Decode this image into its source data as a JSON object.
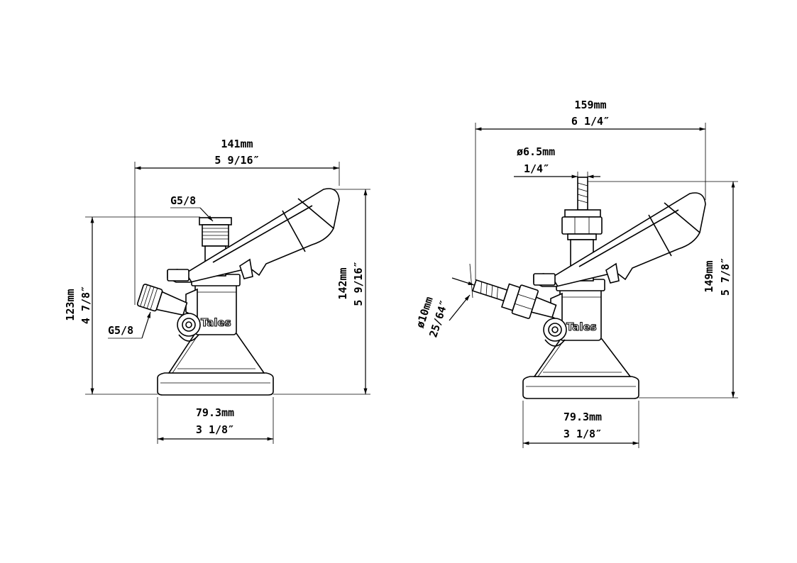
{
  "left_view": {
    "width_mm": "141mm",
    "width_in": "5 9/16″",
    "thread_top": "G5/8",
    "thread_side": "G5/8",
    "height_left_mm": "123mm",
    "height_left_in": "4 7/8″",
    "height_right_mm": "142mm",
    "height_right_in": "5 9/16″",
    "base_mm": "79.3mm",
    "base_in": "3 1/8″",
    "brand": "Tales"
  },
  "right_view": {
    "width_mm": "159mm",
    "width_in": "6 1/4″",
    "hose_top_mm": "ø6.5mm",
    "hose_top_in": "1/4″",
    "hose_side_mm": "ø10mm",
    "hose_side_in": "25/64″",
    "height_mm": "149mm",
    "height_in": "5 7/8″",
    "base_mm": "79.3mm",
    "base_in": "3 1/8″",
    "brand": "Tales"
  }
}
